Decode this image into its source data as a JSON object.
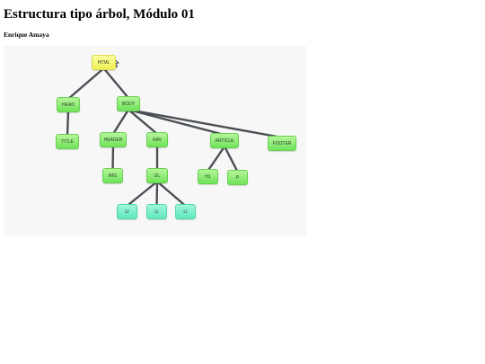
{
  "title": "Estructura tipo árbol, Módulo 01",
  "author": "Enrique Amaya",
  "tree": {
    "nodes": [
      {
        "id": "html",
        "label": "HTML",
        "color": "yellow"
      },
      {
        "id": "head",
        "label": "HEAD",
        "color": "green"
      },
      {
        "id": "body",
        "label": "BODY",
        "color": "green"
      },
      {
        "id": "title",
        "label": "TITLE",
        "color": "green"
      },
      {
        "id": "header",
        "label": "HEADER",
        "color": "green"
      },
      {
        "id": "nav",
        "label": "NAV",
        "color": "green"
      },
      {
        "id": "article",
        "label": "ARTICLE",
        "color": "green"
      },
      {
        "id": "footer",
        "label": "FOOTER",
        "color": "green"
      },
      {
        "id": "img",
        "label": "IMG",
        "color": "green"
      },
      {
        "id": "ul",
        "label": "UL",
        "color": "green"
      },
      {
        "id": "h1",
        "label": "H1",
        "color": "green"
      },
      {
        "id": "p",
        "label": "P",
        "color": "green"
      },
      {
        "id": "li1",
        "label": "LI",
        "color": "aqua"
      },
      {
        "id": "li2",
        "label": "LI",
        "color": "aqua"
      },
      {
        "id": "li3",
        "label": "LI",
        "color": "aqua"
      }
    ],
    "edges": [
      [
        "html",
        "head"
      ],
      [
        "html",
        "body"
      ],
      [
        "head",
        "title"
      ],
      [
        "body",
        "header"
      ],
      [
        "body",
        "nav"
      ],
      [
        "body",
        "article"
      ],
      [
        "body",
        "footer"
      ],
      [
        "header",
        "img"
      ],
      [
        "nav",
        "ul"
      ],
      [
        "article",
        "h1"
      ],
      [
        "article",
        "p"
      ],
      [
        "ul",
        "li1"
      ],
      [
        "ul",
        "li2"
      ],
      [
        "ul",
        "li3"
      ]
    ]
  },
  "colors": {
    "edge": "#4a4f55",
    "background": "#f7f7f7"
  }
}
